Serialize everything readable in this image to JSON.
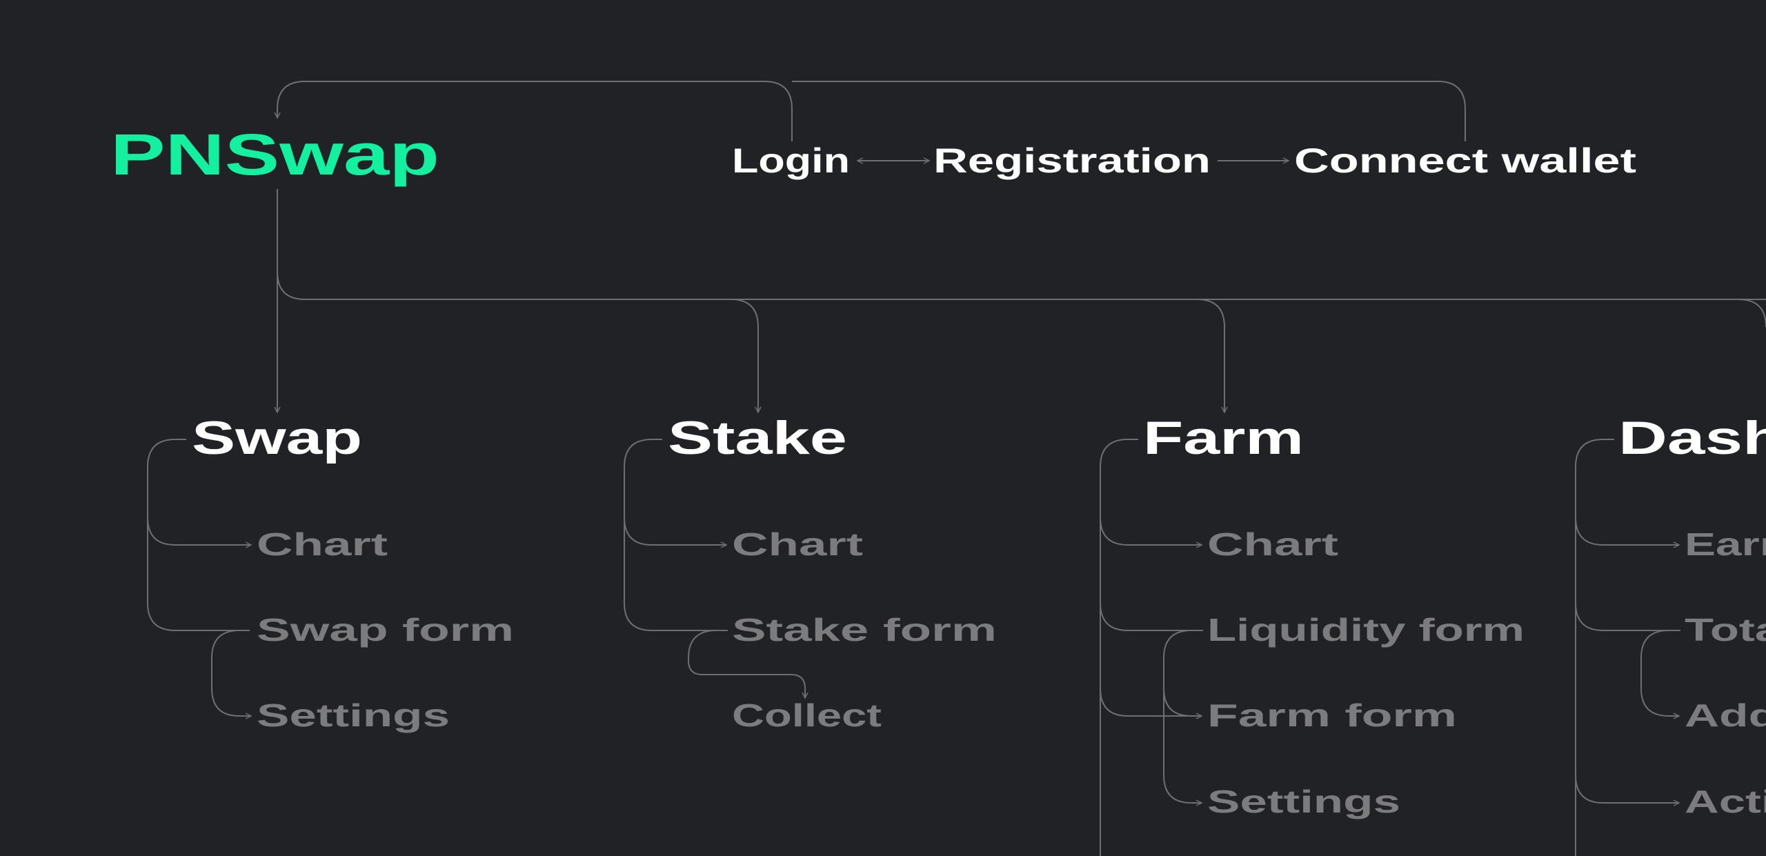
{
  "colors": {
    "background": "#212225",
    "brand": "#12F0A0",
    "heading": "#ffffff",
    "subitem": "#7c7c7e",
    "connector": "#6e6f72"
  },
  "logo": "PNSwap",
  "auth": {
    "login": "Login",
    "registration": "Registration",
    "connect_wallet": "Connect wallet"
  },
  "sections": [
    {
      "title": "Swap",
      "items": [
        "Chart",
        "Swap form",
        "Settings"
      ]
    },
    {
      "title": "Stake",
      "items": [
        "Chart",
        "Stake form",
        "Collect"
      ]
    },
    {
      "title": "Farm",
      "items": [
        "Chart",
        "Liquidity form",
        "Farm form",
        "Settings"
      ]
    },
    {
      "title": "Dash",
      "items": [
        "Earn",
        "Tota",
        "Add",
        "Acti"
      ]
    }
  ]
}
